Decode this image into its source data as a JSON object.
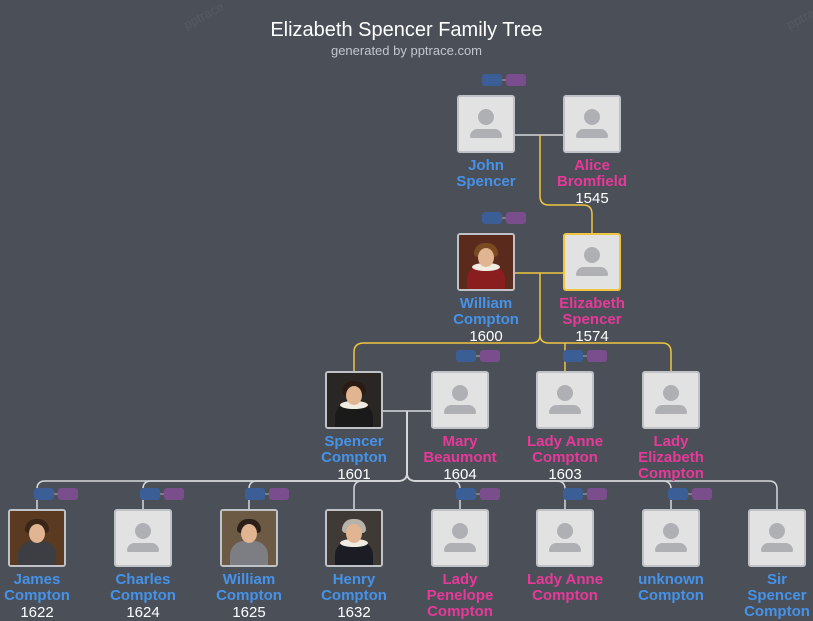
{
  "header": {
    "title": "Elizabeth Spencer Family Tree",
    "subtitle": "generated by pptrace.com",
    "watermark": "pptrace"
  },
  "colors": {
    "background": "#4b5058",
    "male": "#4592e8",
    "female": "#e8389a",
    "focus_line": "#f0c541",
    "line": "#d6d9dc",
    "chip_blue": "#3b5e96",
    "chip_purple": "#7a4e8c"
  },
  "people": {
    "john_spencer": {
      "name": "John\nSpencer",
      "year": "",
      "sex": "m",
      "photo": "placeholder"
    },
    "alice_bromfield": {
      "name": "Alice\nBromfield",
      "year": "1545",
      "sex": "f",
      "photo": "placeholder"
    },
    "william_compton_1600": {
      "name": "William\nCompton",
      "year": "1600",
      "sex": "m",
      "photo": "portrait-ruff"
    },
    "elizabeth_spencer": {
      "name": "Elizabeth\nSpencer",
      "year": "1574",
      "sex": "f",
      "photo": "placeholder",
      "focus": true
    },
    "spencer_compton": {
      "name": "Spencer\nCompton",
      "year": "1601",
      "sex": "m",
      "photo": "portrait-collar"
    },
    "mary_beaumont": {
      "name": "Mary\nBeaumont",
      "year": "1604",
      "sex": "f",
      "photo": "placeholder"
    },
    "lady_anne_compton_1603": {
      "name": "Lady Anne\nCompton",
      "year": "1603",
      "sex": "f",
      "photo": "placeholder"
    },
    "lady_elizabeth_compton": {
      "name": "Lady\nElizabeth\nCompton",
      "year": "",
      "sex": "f",
      "photo": "placeholder"
    },
    "james_compton": {
      "name": "James\nCompton",
      "year": "1622",
      "sex": "m",
      "photo": "portrait-wig"
    },
    "charles_compton": {
      "name": "Charles\nCompton",
      "year": "1624",
      "sex": "m",
      "photo": "placeholder"
    },
    "william_compton_1625": {
      "name": "William\nCompton",
      "year": "1625",
      "sex": "m",
      "photo": "portrait-armor"
    },
    "henry_compton": {
      "name": "Henry\nCompton",
      "year": "1632",
      "sex": "m",
      "photo": "portrait-cleric"
    },
    "lady_penelope_compton": {
      "name": "Lady\nPenelope\nCompton",
      "year": "",
      "sex": "f",
      "photo": "placeholder"
    },
    "lady_anne_compton_2": {
      "name": "Lady Anne\nCompton",
      "year": "",
      "sex": "f",
      "photo": "placeholder"
    },
    "unknown_compton": {
      "name": "unknown\nCompton",
      "year": "",
      "sex": "m",
      "photo": "placeholder"
    },
    "sir_spencer_compton": {
      "name": "Sir\nSpencer\nCompton",
      "year": "",
      "sex": "m",
      "photo": "placeholder"
    }
  }
}
